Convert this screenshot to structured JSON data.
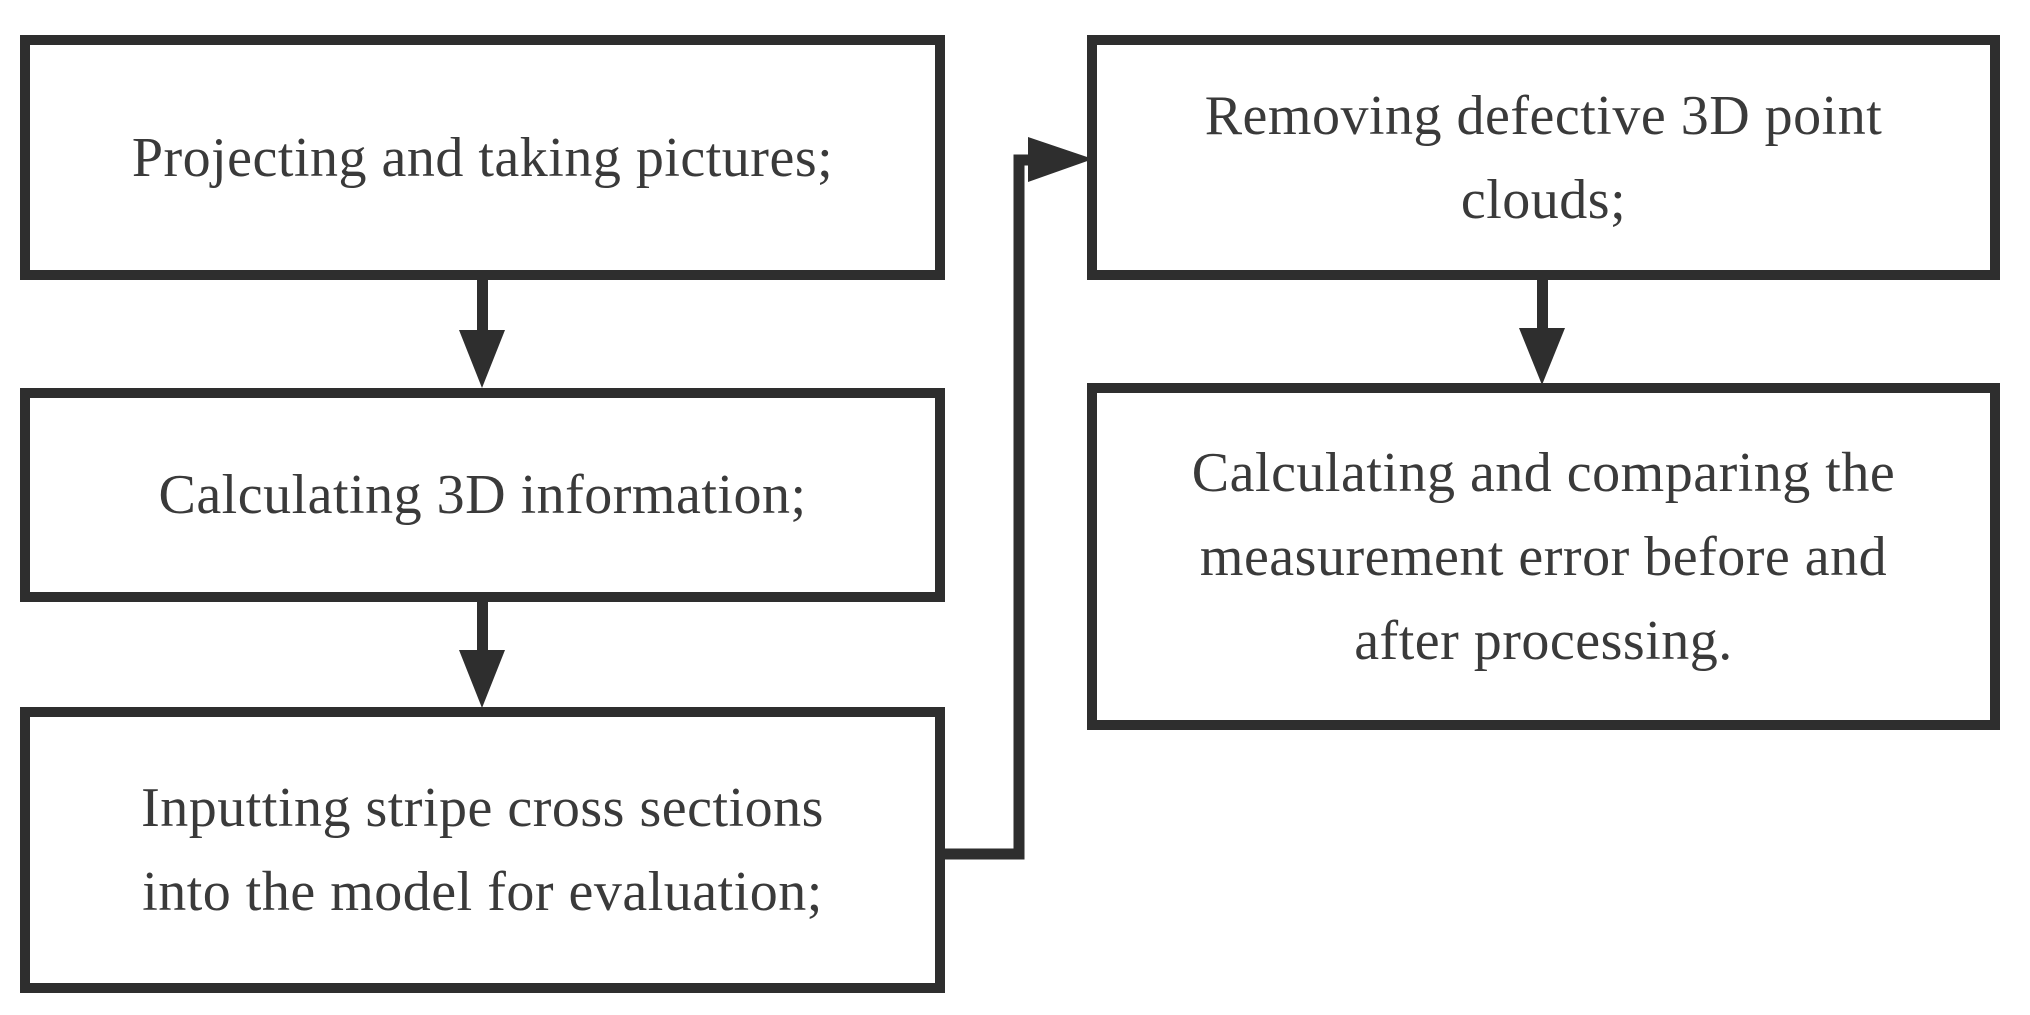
{
  "colors": {
    "line": "#2e2e2e",
    "text": "#3a3a3a",
    "box_background": "#ffffff",
    "page_background": "#ffffff"
  },
  "flowchart": {
    "boxes": [
      {
        "id": "projecting",
        "lines": [
          "Projecting and taking pictures;"
        ]
      },
      {
        "id": "calculating-3d",
        "lines": [
          "Calculating 3D information;"
        ]
      },
      {
        "id": "inputting-stripe",
        "lines": [
          "Inputting stripe cross sections",
          "into the model for evaluation;"
        ]
      },
      {
        "id": "removing-defective",
        "lines": [
          "Removing defective 3D point",
          "clouds;"
        ]
      },
      {
        "id": "calculating-error",
        "lines": [
          "Calculating and comparing the",
          "measurement error before and",
          "after processing."
        ]
      }
    ],
    "connectors": [
      {
        "id": "arrow-1",
        "type": "down-arrow-icon",
        "from": "projecting",
        "to": "calculating-3d"
      },
      {
        "id": "arrow-2",
        "type": "down-arrow-icon",
        "from": "calculating-3d",
        "to": "inputting-stripe"
      },
      {
        "id": "arrow-3",
        "type": "elbow-arrow-icon",
        "from": "inputting-stripe",
        "to": "removing-defective"
      },
      {
        "id": "arrow-4",
        "type": "down-arrow-icon",
        "from": "removing-defective",
        "to": "calculating-error"
      }
    ]
  }
}
